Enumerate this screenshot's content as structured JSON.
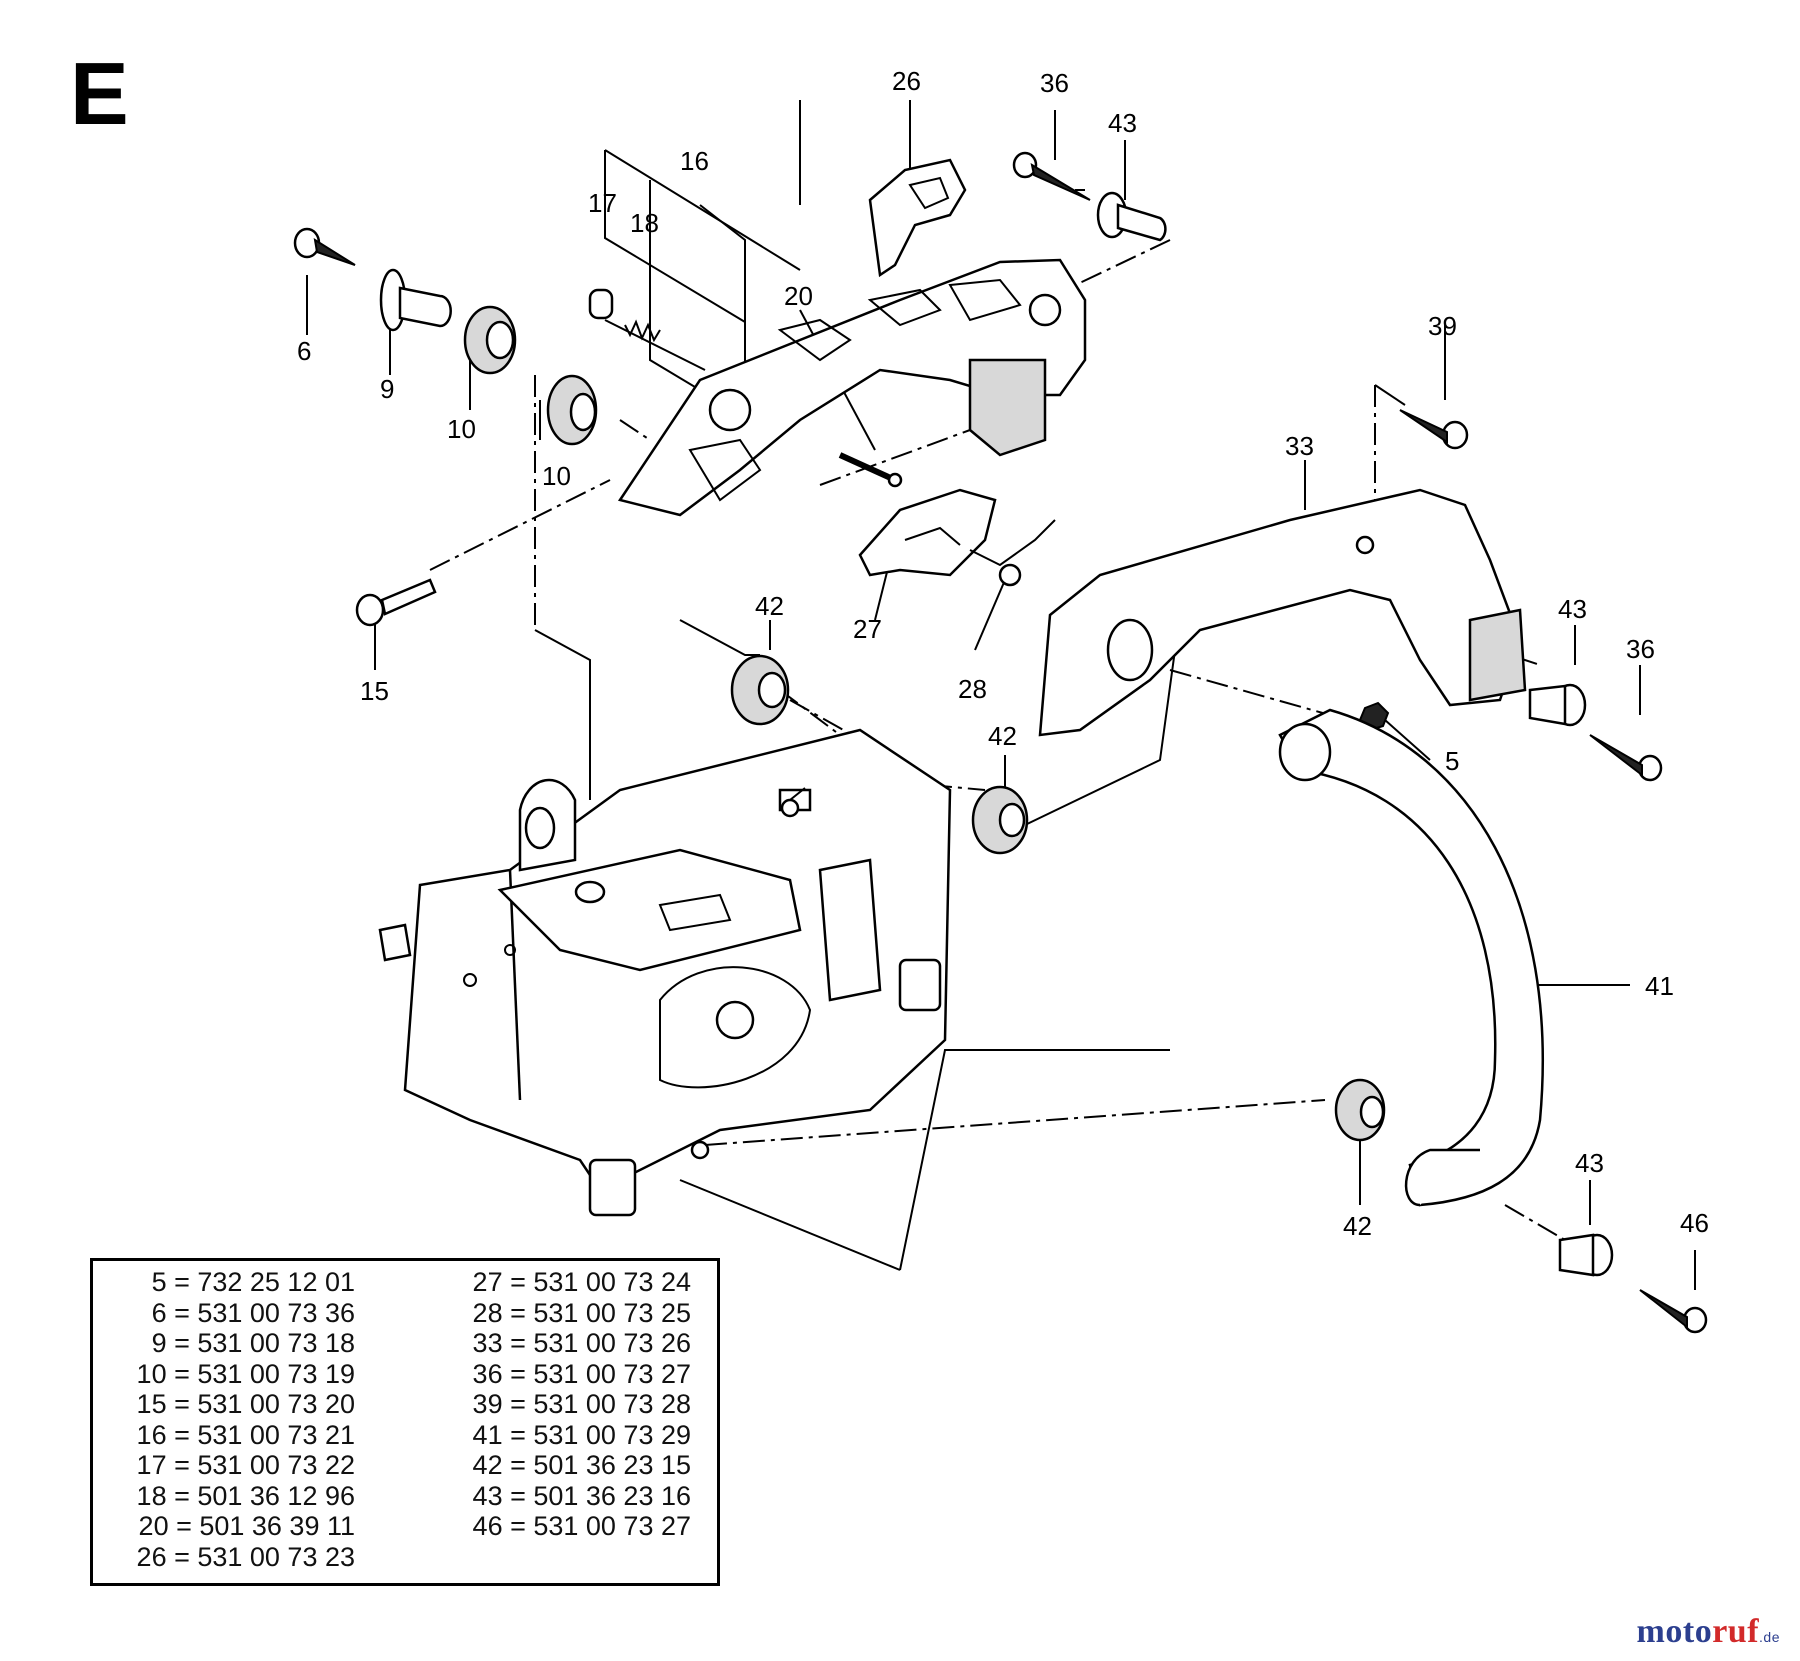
{
  "section": "E",
  "callouts": {
    "c26": "26",
    "c36a": "36",
    "c43a": "43",
    "c16": "16",
    "c17": "17",
    "c18": "18",
    "c20": "20",
    "c6": "6",
    "c9": "9",
    "c10a": "10",
    "c10b": "10",
    "c39": "39",
    "c33": "33",
    "c15": "15",
    "c42a": "42",
    "c27": "27",
    "c28": "28",
    "c42b": "42",
    "c43b": "43",
    "c36b": "36",
    "c5": "5",
    "c41": "41",
    "c42c": "42",
    "c43c": "43",
    "c46": "46"
  },
  "parts_list": {
    "col_a": [
      {
        "text": "5 = 732 25 12 01"
      },
      {
        "text": "6 = 531 00 73 36"
      },
      {
        "text": "9 = 531 00 73 18"
      },
      {
        "text": "10 = 531 00 73 19"
      },
      {
        "text": "15 = 531 00 73 20"
      },
      {
        "text": "16 = 531 00 73 21"
      },
      {
        "text": "17 = 531 00 73 22"
      },
      {
        "text": "18 = 501 36 12 96"
      },
      {
        "text": "20 = 501 36 39 11"
      },
      {
        "text": "26 = 531 00 73 23"
      }
    ],
    "col_b": [
      {
        "text": "27 = 531 00 73 24"
      },
      {
        "text": "28 = 531 00 73 25"
      },
      {
        "text": "33 = 531 00 73 26"
      },
      {
        "text": "36 = 531 00 73 27"
      },
      {
        "text": "39 = 531 00 73 28"
      },
      {
        "text": "41 = 531 00 73 29"
      },
      {
        "text": "42 = 501 36 23 15"
      },
      {
        "text": "43 = 501 36 23 16"
      },
      {
        "text": "46 = 531 00 73 27"
      }
    ]
  },
  "watermark": {
    "part1": "moto",
    "part2": "ruf",
    "tld": ".de"
  },
  "colors": {
    "ink": "#000000",
    "watermark_blue": "#2c3f8f",
    "watermark_red": "#d22a2a"
  }
}
